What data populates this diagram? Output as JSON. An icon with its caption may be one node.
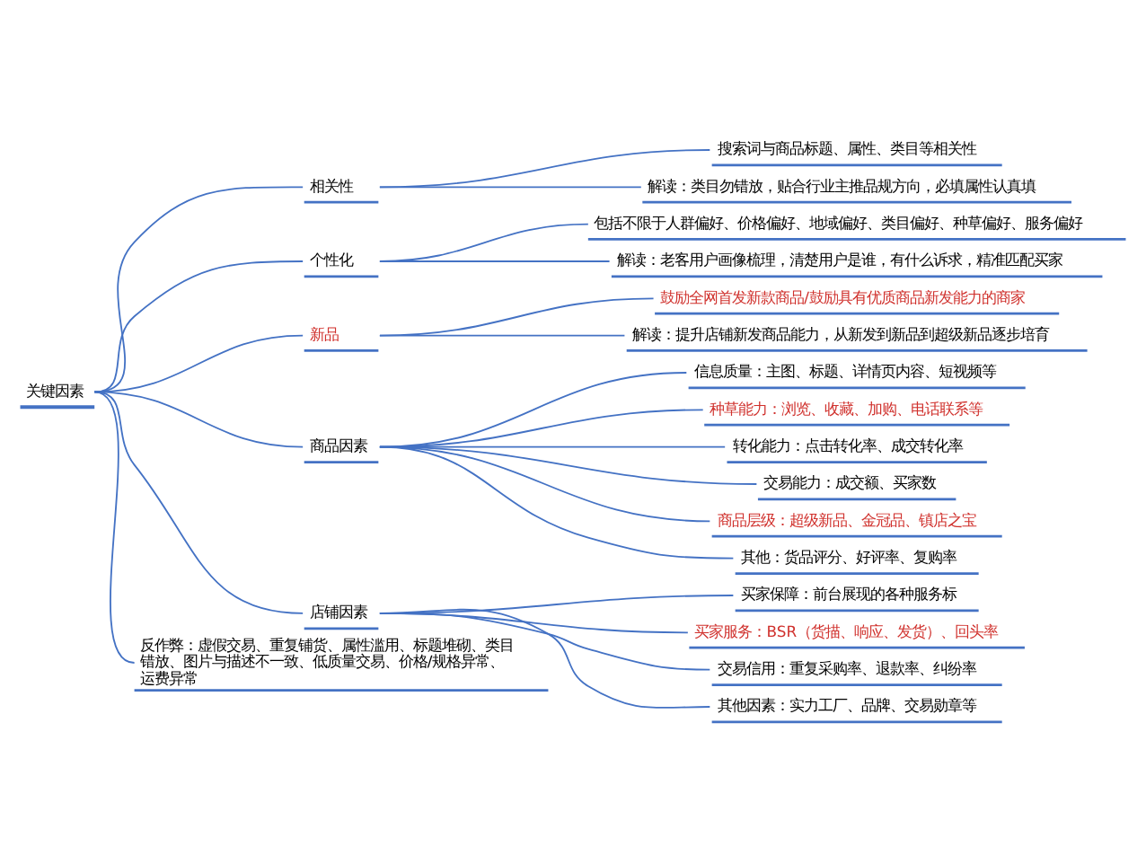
{
  "diagram": {
    "nodes": [
      {
        "text": [
          "关键因素"
        ]
      },
      {
        "text": [
          "相关性"
        ]
      },
      {
        "text": [
          "搜索词与商品标题、属性、类目等相关性"
        ]
      },
      {
        "text": [
          "解读：类目勿错放，贴合行业主推品规方向，必填属性认真填"
        ]
      },
      {
        "text": [
          "个性化"
        ]
      },
      {
        "text": [
          "包括不限于人群偏好、价格偏好、地域偏好、类目偏好、种草偏好、服务偏好"
        ]
      },
      {
        "text": [
          "解读：老客用户画像梳理，清楚用户是谁，有什么诉求，精准匹配买家"
        ]
      },
      {
        "text": [
          "新品"
        ]
      },
      {
        "text": [
          "鼓励全网首发新款商品/鼓励具有优质商品新发能力的商家"
        ]
      },
      {
        "text": [
          "解读：提升店铺新发商品能力，从新发到新品到超级新品逐步培育"
        ]
      },
      {
        "text": [
          "商品因素"
        ]
      },
      {
        "text": [
          "信息质量：主图、标题、详情页内容、短视频等"
        ]
      },
      {
        "text": [
          "种草能力：浏览、收藏、加购、电话联系等"
        ]
      },
      {
        "text": [
          "转化能力：点击转化率、成交转化率"
        ]
      },
      {
        "text": [
          "交易能力：成交额、买家数"
        ]
      },
      {
        "text": [
          "商品层级：超级新品、金冠品、镇店之宝"
        ]
      },
      {
        "text": [
          "其他：货品评分、好评率、复购率"
        ]
      },
      {
        "text": [
          "店铺因素"
        ]
      },
      {
        "text": [
          "买家保障：前台展现的各种服务标"
        ]
      },
      {
        "text": [
          "买家服务：BSR（货描、响应、发货）、回头率"
        ]
      },
      {
        "text": [
          "交易信用：重复采购率、退款率、纠纷率"
        ]
      },
      {
        "text": [
          "其他因素：实力工厂、品牌、交易勋章等"
        ]
      },
      {
        "text": [
          "反作弊：虚假交易、重复铺货、属性滥用、标题堆砌、类目错放、图片与描述不一致、低质量交易、价格/规格异常、运费异常"
        ]
      }
    ],
    "edges": [
      {
        "from": 0,
        "to": 1,
        "arrow": "none"
      },
      {
        "from": 1,
        "to": 2,
        "arrow": "none"
      },
      {
        "from": 1,
        "to": 3,
        "arrow": "none"
      },
      {
        "from": 0,
        "to": 4,
        "arrow": "none"
      },
      {
        "from": 4,
        "to": 5,
        "arrow": "none"
      },
      {
        "from": 4,
        "to": 6,
        "arrow": "none"
      },
      {
        "from": 0,
        "to": 7,
        "arrow": "none"
      },
      {
        "from": 7,
        "to": 8,
        "arrow": "none"
      },
      {
        "from": 7,
        "to": 9,
        "arrow": "none"
      },
      {
        "from": 0,
        "to": 10,
        "arrow": "none"
      },
      {
        "from": 10,
        "to": 11,
        "arrow": "none"
      },
      {
        "from": 10,
        "to": 12,
        "arrow": "none"
      },
      {
        "from": 10,
        "to": 13,
        "arrow": "none"
      },
      {
        "from": 10,
        "to": 14,
        "arrow": "none"
      },
      {
        "from": 10,
        "to": 15,
        "arrow": "none"
      },
      {
        "from": 10,
        "to": 16,
        "arrow": "none"
      },
      {
        "from": 0,
        "to": 17,
        "arrow": "none"
      },
      {
        "from": 17,
        "to": 18,
        "arrow": "none"
      },
      {
        "from": 17,
        "to": 19,
        "arrow": "none"
      },
      {
        "from": 17,
        "to": 20,
        "arrow": "none"
      },
      {
        "from": 17,
        "to": 21,
        "arrow": "none"
      },
      {
        "from": 0,
        "to": 22,
        "arrow": "none"
      }
    ]
  }
}
